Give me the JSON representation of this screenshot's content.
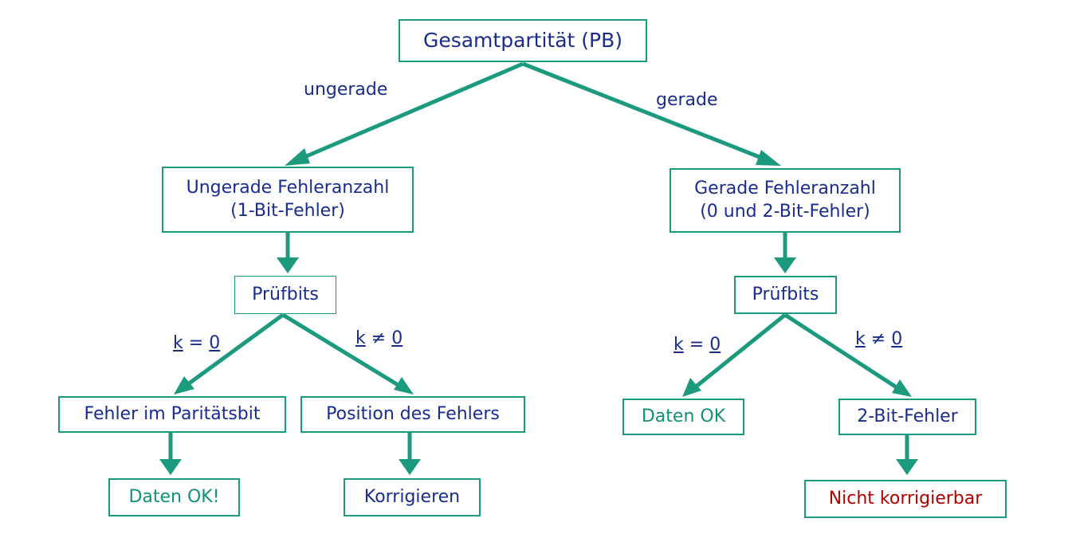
{
  "nodes": {
    "root": "Gesamtpartität (PB)",
    "left_l1": [
      "Ungerade Fehleranzahl",
      "(1-Bit-Fehler)"
    ],
    "right_l1": [
      "Gerade Fehleranzahl",
      "(0 und 2-Bit-Fehler)"
    ],
    "left_pruef": "Prüfbits",
    "right_pruef": "Prüfbits",
    "ll": "Fehler im Paritätsbit",
    "lr": "Position des Fehlers",
    "rl": "Daten OK",
    "rr": "2-Bit-Fehler",
    "ll_out": "Daten OK!",
    "lr_out": "Korrigieren",
    "rr_out": "Nicht korrigierbar"
  },
  "edge_labels": {
    "ungerade": "ungerade",
    "gerade": "gerade",
    "k": "k",
    "zero": "0",
    "eq": "=",
    "neq": "≠"
  },
  "colors": {
    "teal": "#1b9a7e",
    "navy": "#1a2c8c",
    "red": "#b00000"
  }
}
